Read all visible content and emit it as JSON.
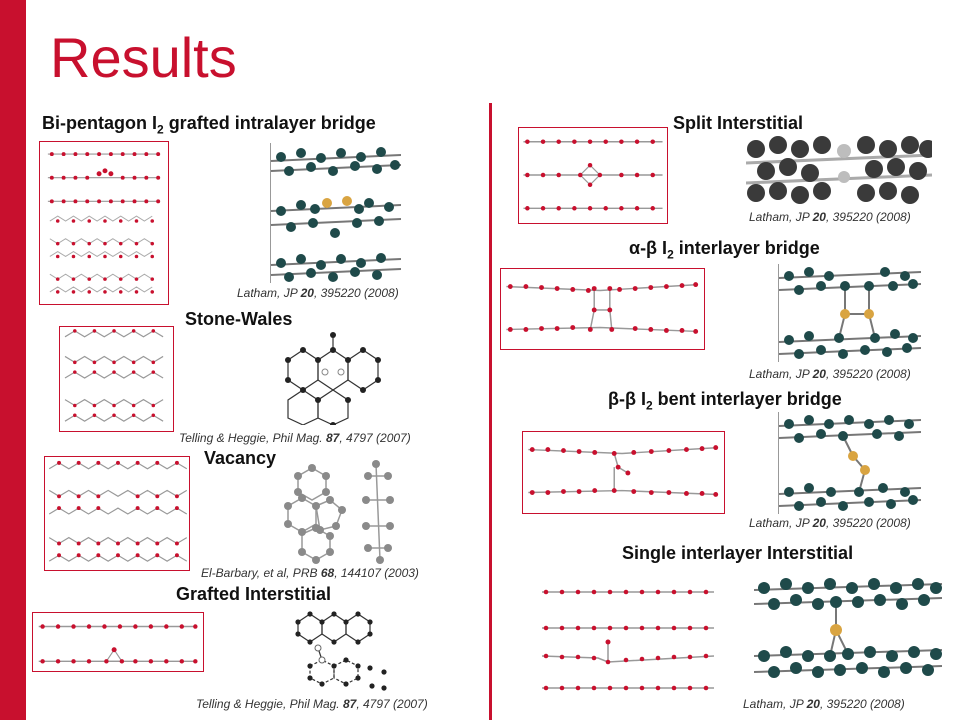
{
  "slide": {
    "title": "Results",
    "accent_color": "#c8102e"
  },
  "left": {
    "bipentagon": {
      "title_pre": "Bi-pentagon I",
      "title_sub": "2",
      "title_post": " grafted intralayer bridge",
      "cite_pre": "Latham, JP ",
      "cite_vol": "20",
      "cite_post": ", 395220 (2008)"
    },
    "stone_wales": {
      "title": "Stone-Wales",
      "cite_pre": "Telling & Heggie, Phil Mag. ",
      "cite_vol": "87",
      "cite_post": ", 4797 (2007)"
    },
    "vacancy": {
      "title": "Vacancy",
      "cite_pre": "El-Barbary, et al, PRB ",
      "cite_vol": "68",
      "cite_post": ", 144107 (2003)"
    },
    "grafted": {
      "title": "Grafted Interstitial",
      "cite_pre": "Telling & Heggie, Phil Mag. ",
      "cite_vol": "87",
      "cite_post": ", 4797 (2007)"
    }
  },
  "right": {
    "split": {
      "title": "Split Interstitial",
      "cite_pre": "Latham, JP ",
      "cite_vol": "20",
      "cite_post": ", 395220 (2008)"
    },
    "alpha_beta": {
      "title_pre": "α-β I",
      "title_sub": "2",
      "title_post": " interlayer bridge",
      "cite_pre": "Latham, JP ",
      "cite_vol": "20",
      "cite_post": ", 395220 (2008)"
    },
    "beta_beta": {
      "title_pre": "β-β I",
      "title_sub": "2",
      "title_post": " bent interlayer bridge",
      "cite_pre": "Latham, JP ",
      "cite_vol": "20",
      "cite_post": ", 395220 (2008)"
    },
    "single": {
      "title": "Single interlayer Interstitial",
      "cite_pre": "Latham, JP ",
      "cite_vol": "20",
      "cite_post": ", 395220 (2008)"
    }
  }
}
